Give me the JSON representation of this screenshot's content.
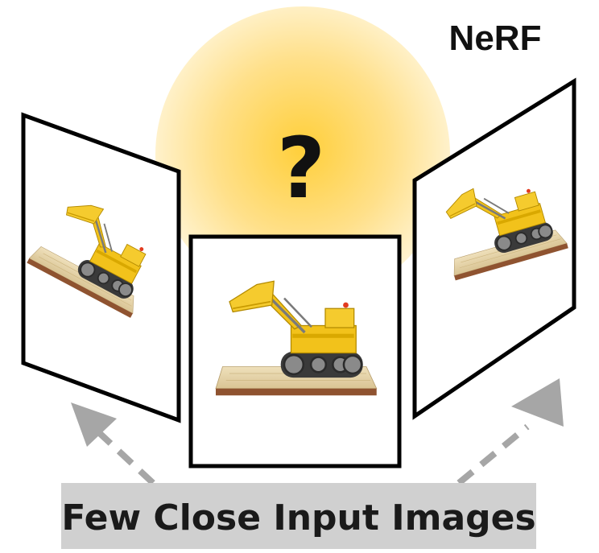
{
  "title": "NeRF",
  "query_mark": "?",
  "caption": "Few Close Input Images",
  "views": [
    {
      "name": "left-view",
      "description_icon": "excavator-toy-icon"
    },
    {
      "name": "center-view",
      "description_icon": "excavator-toy-icon"
    },
    {
      "name": "right-view",
      "description_icon": "excavator-toy-icon"
    }
  ],
  "colors": {
    "glow_center": "#ffd24d",
    "glow_edge": "#ffffff",
    "frame": "#000000",
    "arrow": "#a6a6a6",
    "caption_bg": "#d0d0d0",
    "toy_yellow": "#f2c21b",
    "toy_dark": "#3a3a3a",
    "base_tan": "#e6d2a6",
    "base_brown": "#9a5a32"
  }
}
